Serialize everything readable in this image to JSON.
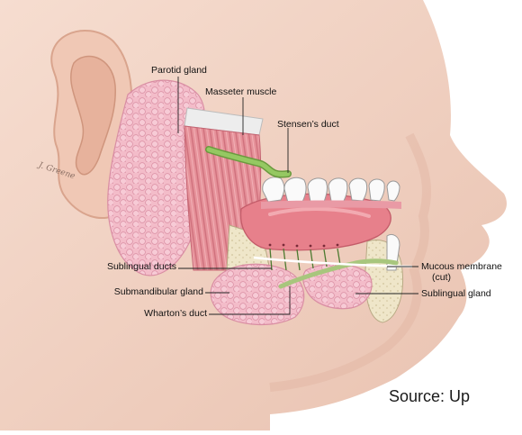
{
  "labels": {
    "parotid_gland": "Parotid gland",
    "masseter_muscle": "Masseter muscle",
    "stensens_duct": "Stensen’s duct",
    "sublingual_ducts": "Sublingual ducts",
    "submandibular_gland": "Submandibular gland",
    "whartons_duct": "Wharton’s duct",
    "mucous_membrane_1": "Mucous membrane",
    "mucous_membrane_2": "(cut)",
    "sublingual_gland": "Sublingual gland"
  },
  "signature": "J. Greene",
  "source": "Source: Up"
}
